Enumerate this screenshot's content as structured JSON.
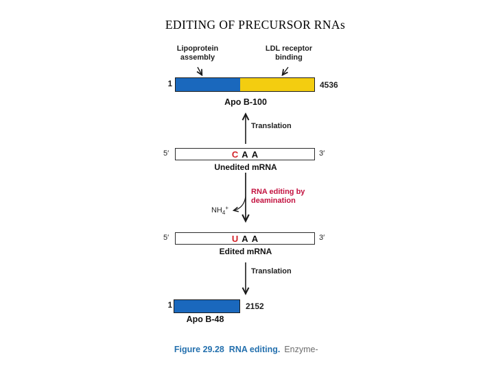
{
  "title": "EDITING OF PRECURSOR RNAs",
  "colors": {
    "blue": "#1a68bd",
    "yellow": "#f3cd10",
    "codon_red": "#d22027",
    "editing_red": "#c31240",
    "caption_blue": "#2470ae",
    "caption_gray": "#6b6b6b"
  },
  "apob100": {
    "annotation_left": "Lipoprotein\nassembly",
    "annotation_right": "LDL receptor\nbinding",
    "start": "1",
    "end": "4536",
    "label": "Apo B-100"
  },
  "translation_up_label": "Translation",
  "translation_down_label": "Translation",
  "unedited": {
    "five_prime": "5′",
    "three_prime": "3′",
    "codon": [
      "C",
      "A",
      "A"
    ],
    "label": "Unedited mRNA"
  },
  "editing": {
    "label": "RNA editing by\ndeamination",
    "nh4": {
      "base": "NH",
      "sub": "4",
      "sup": "+"
    }
  },
  "edited": {
    "five_prime": "5′",
    "three_prime": "3′",
    "codon": [
      "U",
      "A",
      "A"
    ],
    "label": "Edited mRNA"
  },
  "apob48": {
    "start": "1",
    "end": "2152",
    "label": "Apo B-48"
  },
  "caption": {
    "figure_label": "Figure 29.28  RNA editing.",
    "trailing": "Enzyme-"
  }
}
